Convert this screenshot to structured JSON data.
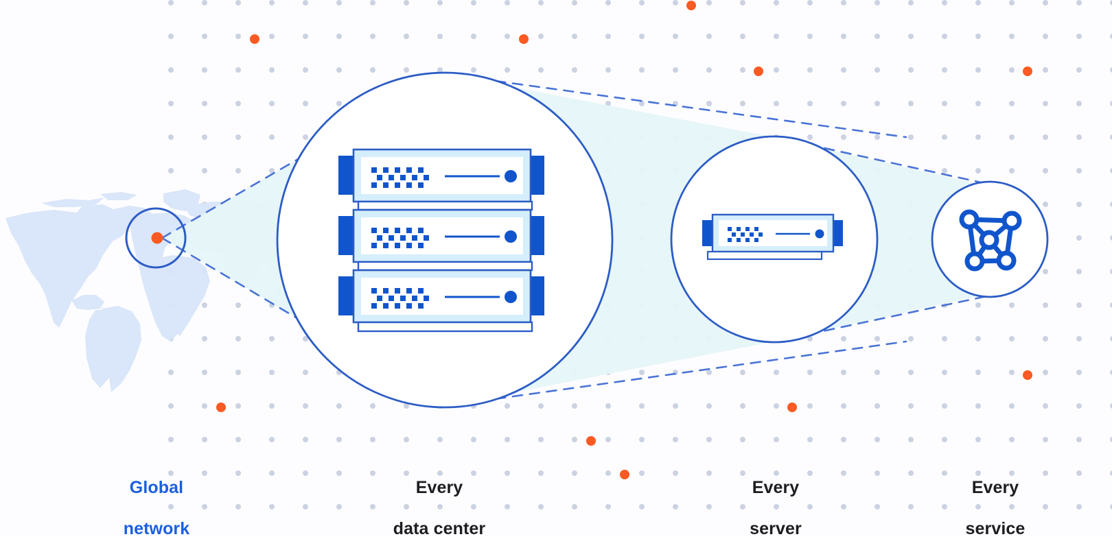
{
  "diagram": {
    "title": "Global network scale progression",
    "colors": {
      "accent_blue": "#1a5fe0",
      "stroke_blue": "#2c5cc5",
      "dark_blue": "#1155cc",
      "cone_fill": "#e6f6f8",
      "grid_dot": "#c7cee0",
      "orange_dot": "#fa5a23",
      "map_land": "#d6e2f7",
      "panel_light": "#d5eefb",
      "text_dark": "#1d1d1f",
      "background": "#fdfdff"
    },
    "stages": [
      {
        "id": "global-network",
        "label_line1": "Global",
        "label_line2": "network",
        "label": "Global network",
        "icon": "world-map-with-location-marker",
        "accent": true
      },
      {
        "id": "data-center",
        "label_line1": "Every",
        "label_line2": "data center",
        "label": "Every data center",
        "icon": "server-rack-icon",
        "accent": false
      },
      {
        "id": "server",
        "label_line1": "Every",
        "label_line2": "server",
        "label": "Every server",
        "icon": "single-server-icon",
        "accent": false
      },
      {
        "id": "service",
        "label_line1": "Every",
        "label_line2": "service",
        "label": "Every service",
        "icon": "network-mesh-icon",
        "accent": false
      }
    ],
    "map": {
      "marker_label": "network-location-marker",
      "highlight_circle": "europe-highlight-circle"
    },
    "rack": {
      "unit_count": 3,
      "unit_label": "server-unit",
      "led_dot_rows": 3
    },
    "service_icon": {
      "node_count": 5,
      "description": "mesh of five connected nodes"
    },
    "background": {
      "grid_dot_spacing": 49,
      "orange_dot_count": 11
    }
  }
}
